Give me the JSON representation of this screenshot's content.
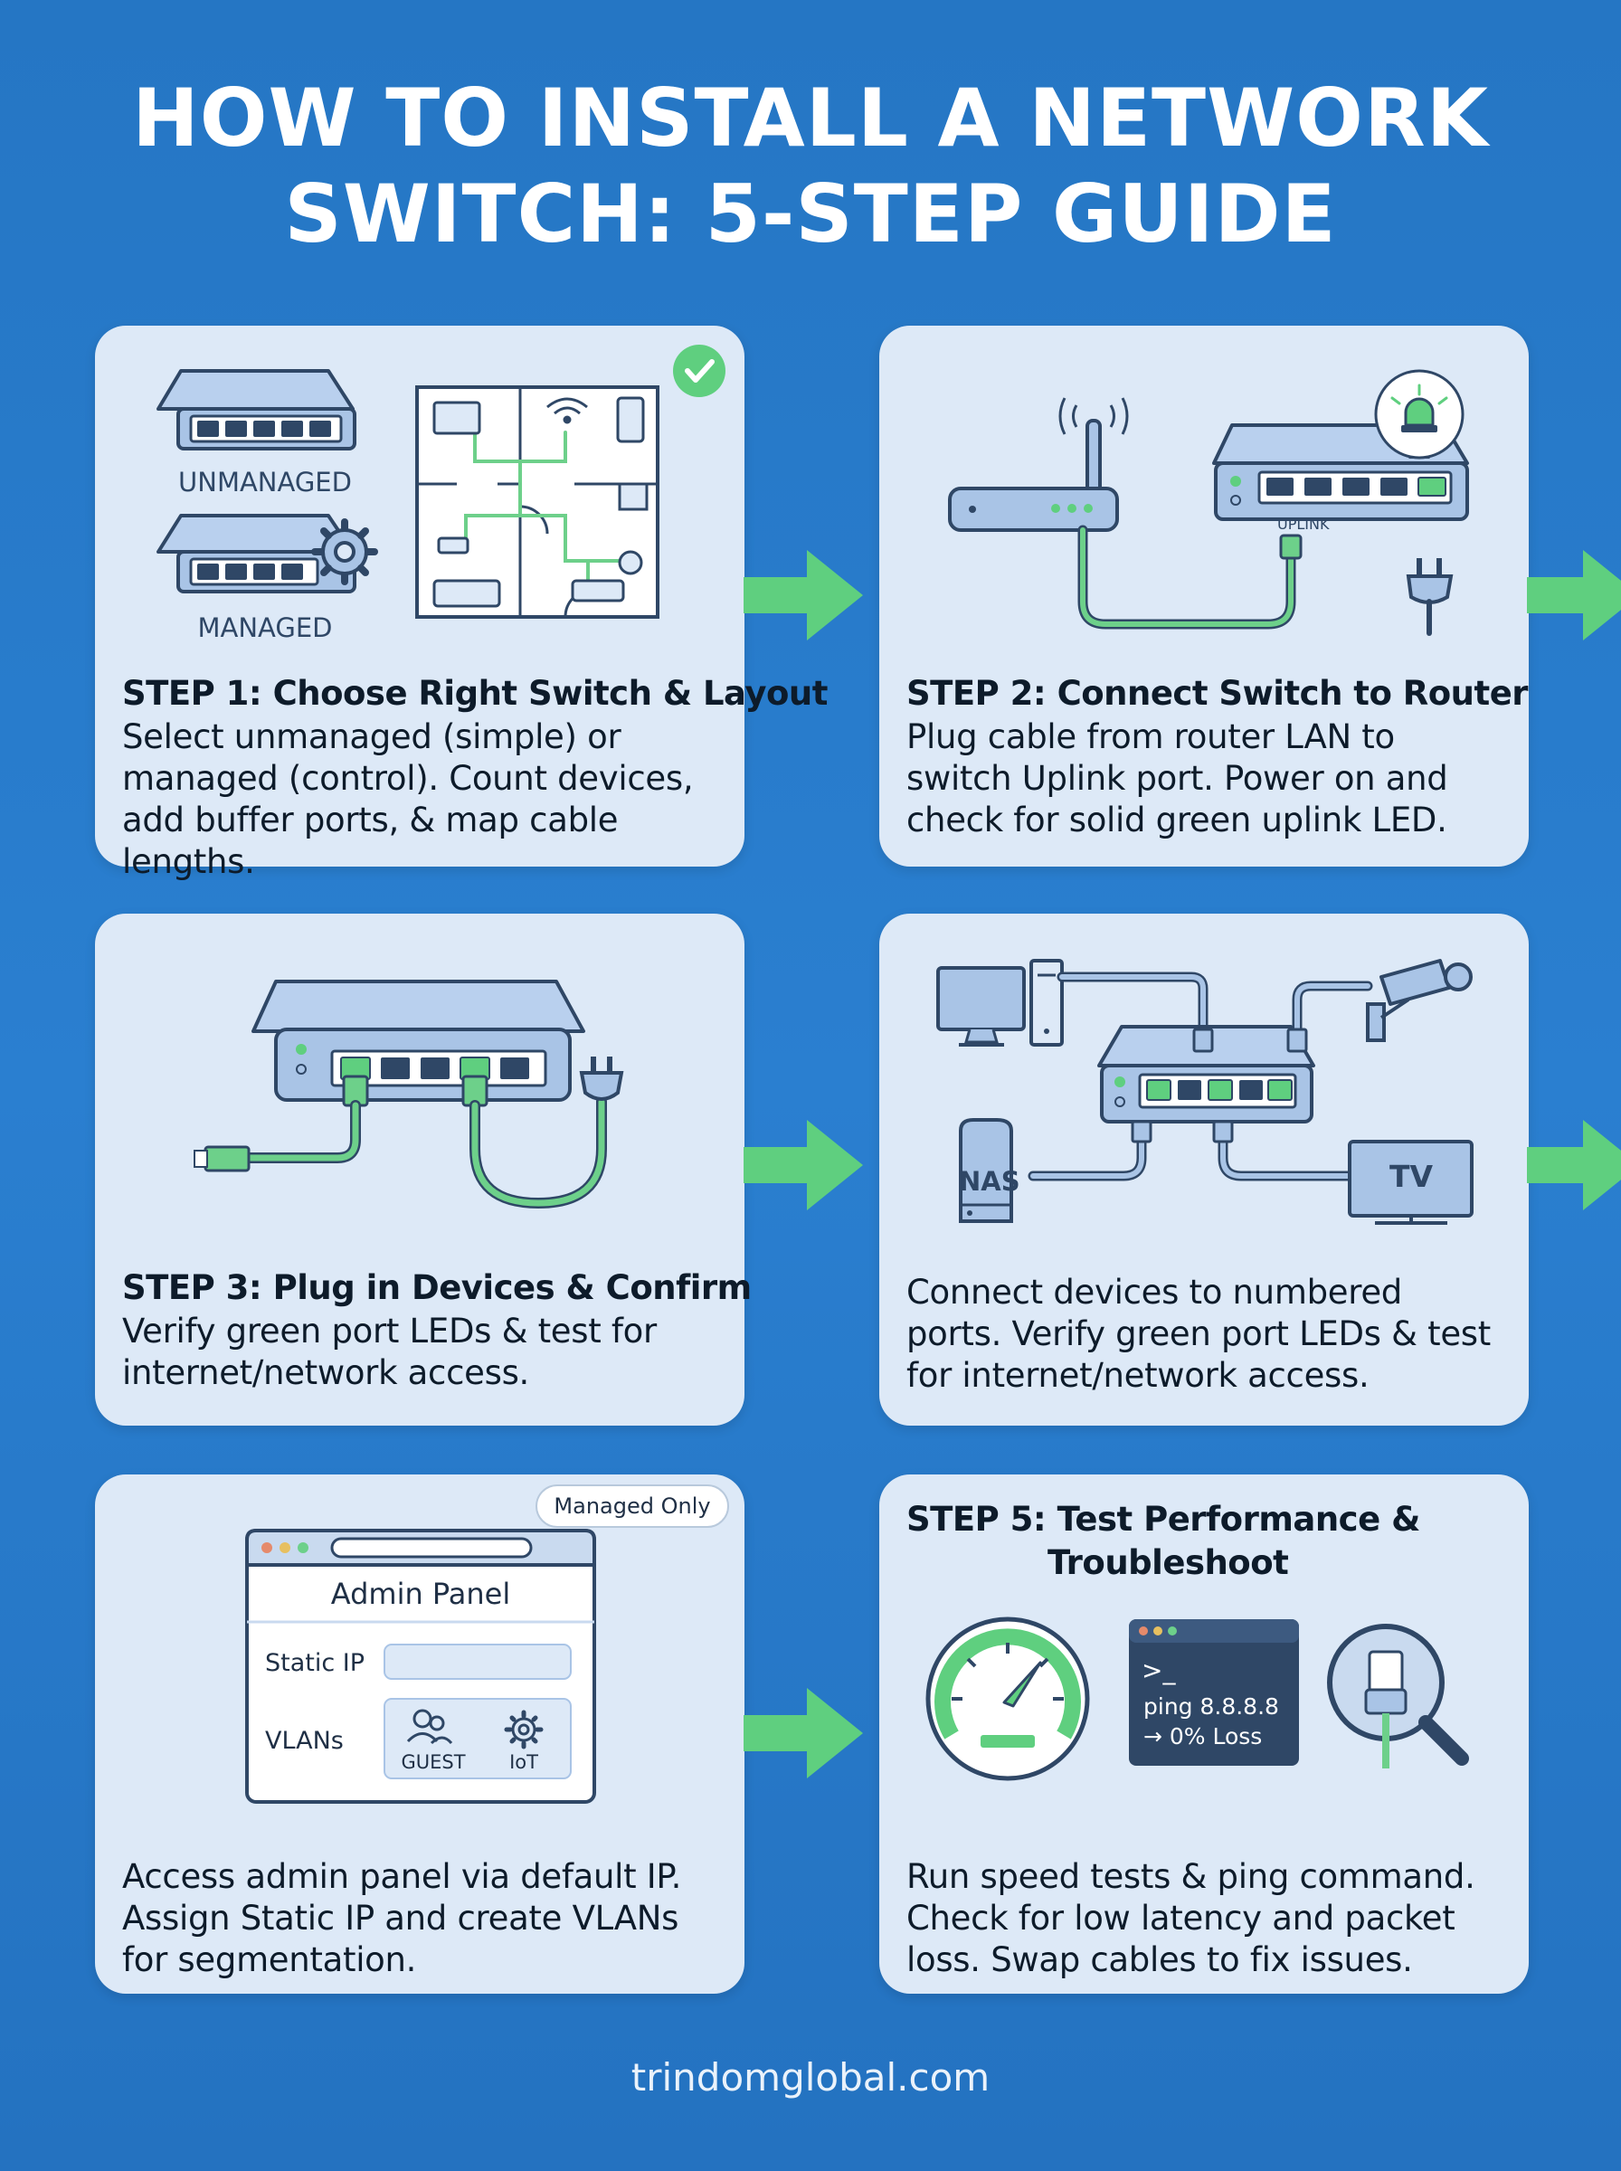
{
  "title": {
    "line1": "HOW TO INSTALL A NETWORK",
    "line2": "SWITCH: 5-STEP GUIDE"
  },
  "cards": [
    {
      "heading": "STEP 1: Choose Right Switch & Layout",
      "body": "Select unmanaged (simple) or managed (control). Count devices, add buffer ports, & map cable lengths.",
      "labels": {
        "unmanaged": "UNMANAGED",
        "managed": "MANAGED"
      }
    },
    {
      "heading": "STEP 2: Connect Switch to Router",
      "body": "Plug cable from router LAN to switch Uplink port. Power on and check for solid green uplink LED.",
      "labels": {
        "uplink": "UPLINK"
      }
    },
    {
      "heading": "STEP 3: Plug in Devices & Confirm",
      "body": "Verify green port LEDs & test for internet/network access."
    },
    {
      "heading": "",
      "body": "Connect devices to numbered ports. Verify green port LEDs & test for internet/network access.",
      "labels": {
        "nas": "NAS",
        "tv": "TV"
      }
    },
    {
      "heading": "",
      "body": "Access admin panel via default IP. Assign Static IP and create VLANs for segmentation.",
      "labels": {
        "badge": "Managed Only",
        "panel_title": "Admin Panel",
        "static_ip": "Static IP",
        "vlans": "VLANs",
        "guest": "GUEST",
        "iot": "IoT"
      }
    },
    {
      "heading_line1": "STEP 5: Test Performance &",
      "heading_line2": "Troubleshoot",
      "body": "Run speed tests & ping command. Check for low latency and packet loss. Swap cables to fix issues.",
      "labels": {
        "prompt": ">_",
        "ping": "ping 8.8.8.8",
        "loss": "→ 0% Loss"
      }
    }
  ],
  "footer": "trindomglobal.com",
  "colors": {
    "background": "#2576c4",
    "card": "#dde9f7",
    "green": "#5fcf7f",
    "device": "#a9c4e6",
    "outline": "#2f4766"
  }
}
